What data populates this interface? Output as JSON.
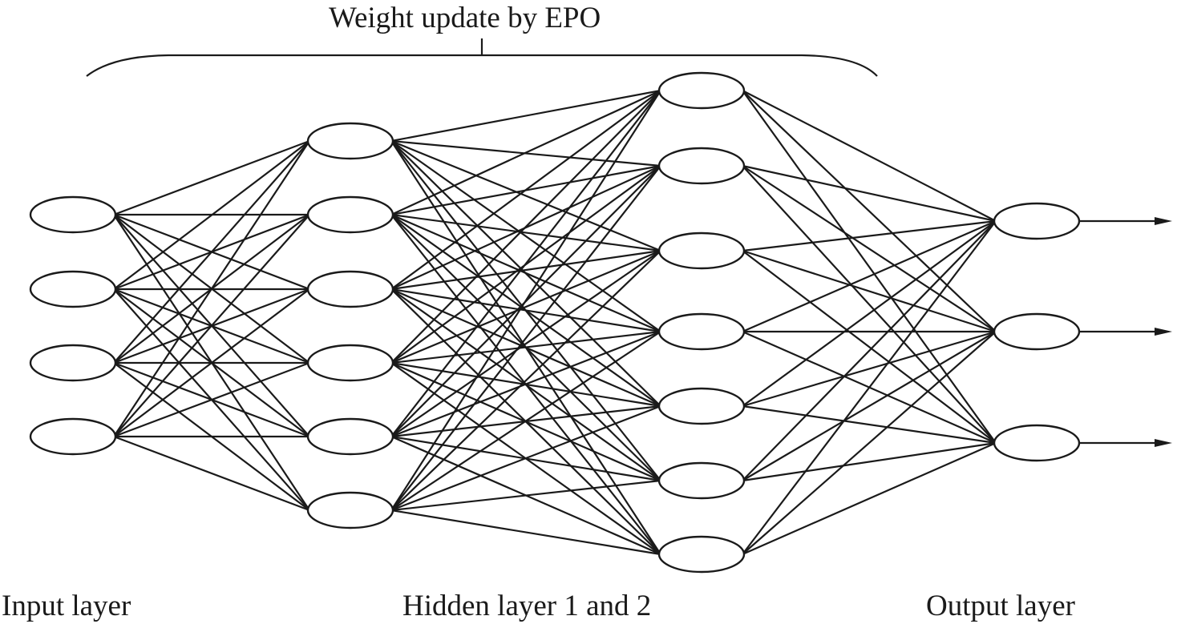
{
  "title": "Weight update by EPO",
  "labels": {
    "input": "Input layer",
    "hidden": "Hidden layer 1 and 2",
    "output": "Output layer"
  },
  "network": {
    "layers": [
      {
        "name": "input",
        "nodes": 4
      },
      {
        "name": "hidden-1",
        "nodes": 6
      },
      {
        "name": "hidden-2",
        "nodes": 7
      },
      {
        "name": "output",
        "nodes": 3
      }
    ],
    "fully_connected": true,
    "output_arrows": true
  }
}
